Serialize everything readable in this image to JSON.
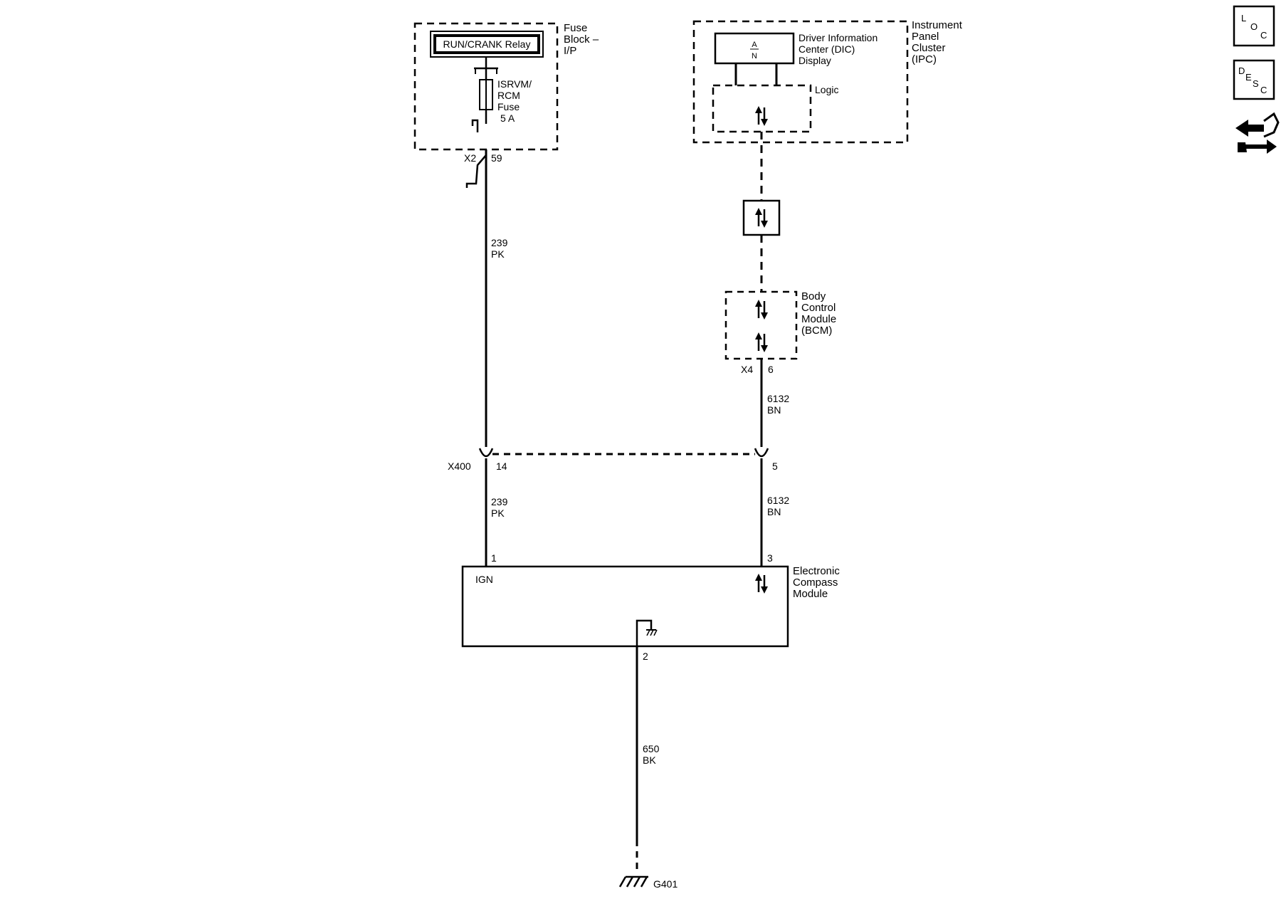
{
  "fuse_block": {
    "title": [
      "Fuse",
      "Block –",
      "I/P"
    ],
    "relay_label": "RUN/CRANK Relay",
    "fuse_label": [
      "ISRVM/",
      "RCM",
      "Fuse",
      "5 A"
    ],
    "connector": "X2",
    "pin": "59"
  },
  "ipc": {
    "title": [
      "Instrument",
      "Panel",
      "Cluster",
      "(IPC)"
    ],
    "dic_label": [
      "Driver Information",
      "Center (DIC)",
      "Display"
    ],
    "logic_label": "Logic"
  },
  "bcm": {
    "title": [
      "Body",
      "Control",
      "Module",
      "(BCM)"
    ],
    "connector": "X4",
    "pin": "6"
  },
  "wires": {
    "ign_upper": [
      "239",
      "PK"
    ],
    "data_upper": [
      "6132",
      "BN"
    ],
    "ign_lower": [
      "239",
      "PK"
    ],
    "data_lower": [
      "6132",
      "BN"
    ],
    "ground": [
      "650",
      "BK"
    ]
  },
  "inline_connector": {
    "name": "X400",
    "pin_left": "14",
    "pin_right": "5"
  },
  "compass_module": {
    "title": [
      "Electronic",
      "Compass",
      "Module"
    ],
    "ign_label": "IGN",
    "pin_ign": "1",
    "pin_data": "3",
    "pin_ground": "2"
  },
  "ground": {
    "name": "G401"
  },
  "sidebar": {
    "loc": [
      "L",
      "O",
      "C"
    ],
    "desc": [
      "D",
      "E",
      "S",
      "C"
    ]
  }
}
